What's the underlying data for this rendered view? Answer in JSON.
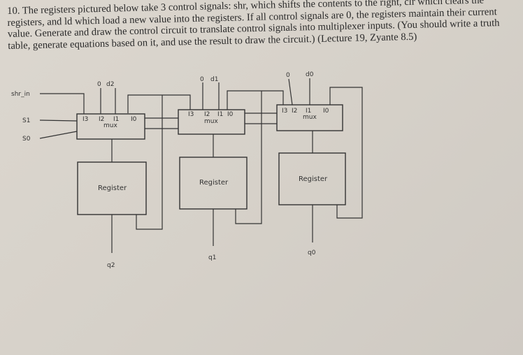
{
  "question": {
    "text": "10. The registers pictured below take 3 control signals: shr, which shifts the contents to the right, clr which clears the registers, and ld which load a new value into the registers. If all control signals are 0, the registers maintain their current value. Generate and draw the control circuit to translate control signals into multiplexer inputs. (You should write a truth table, generate equations based on it, and use the result to draw the circuit.) (Lecture 19, Zyante 8.5)"
  },
  "diagram": {
    "inputs": {
      "shr_in": "shr_in",
      "s1": "S1",
      "s0": "S0"
    },
    "stages": [
      {
        "zero": "0",
        "data": "d2",
        "pins": [
          "I3",
          "I2",
          "I1",
          "I0"
        ],
        "mux": "mux",
        "register": "Register",
        "output": "q2"
      },
      {
        "zero": "0",
        "data": "d1",
        "pins": [
          "I3",
          "I2",
          "I1",
          "I0"
        ],
        "mux": "mux",
        "register": "Register",
        "output": "q1"
      },
      {
        "zero": "0",
        "data": "d0",
        "pins": [
          "I3",
          "I2",
          "I1",
          "I0"
        ],
        "mux": "mux",
        "register": "Register",
        "output": "q0"
      }
    ]
  }
}
